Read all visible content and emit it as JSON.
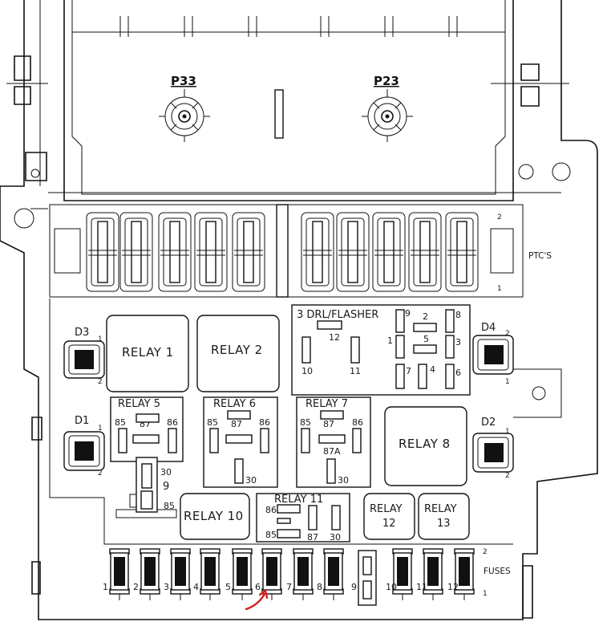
{
  "connectors": {
    "p33": "P33",
    "p23": "P23"
  },
  "ptc": {
    "label": "PTC'S",
    "pin_top": "2",
    "pin_bottom": "1"
  },
  "relays": {
    "relay1": "RELAY 1",
    "relay2": "RELAY 2",
    "relay5": "RELAY 5",
    "relay6": "RELAY 6",
    "relay7": "RELAY 7",
    "relay8": "RELAY 8",
    "relay10": "RELAY 10",
    "relay11": "RELAY 11",
    "relay12_line1": "RELAY",
    "relay12_line2": "12",
    "relay13_line1": "RELAY",
    "relay13_line2": "13"
  },
  "drl": {
    "title": "3 DRL/FLASHER",
    "pins": [
      "12",
      "9",
      "2",
      "8",
      "1",
      "5",
      "3",
      "10",
      "11",
      "7",
      "4",
      "6"
    ]
  },
  "relay_pins": {
    "p85": "85",
    "p86": "86",
    "p87": "87",
    "p30": "30",
    "p87a": "87A"
  },
  "relay9": {
    "num": "9",
    "p30": "30",
    "p85": "85"
  },
  "diodes": {
    "d1": "D1",
    "d2": "D2",
    "d3": "D3",
    "d4": "D4",
    "pin1": "1",
    "pin2": "2"
  },
  "fuses": {
    "label": "FUSES",
    "pin_top": "2",
    "pin_bottom": "1",
    "numbers": [
      "1",
      "2",
      "3",
      "4",
      "5",
      "6",
      "7",
      "8",
      "9",
      "10",
      "11",
      "12"
    ]
  },
  "annotation_color": "#d42020"
}
